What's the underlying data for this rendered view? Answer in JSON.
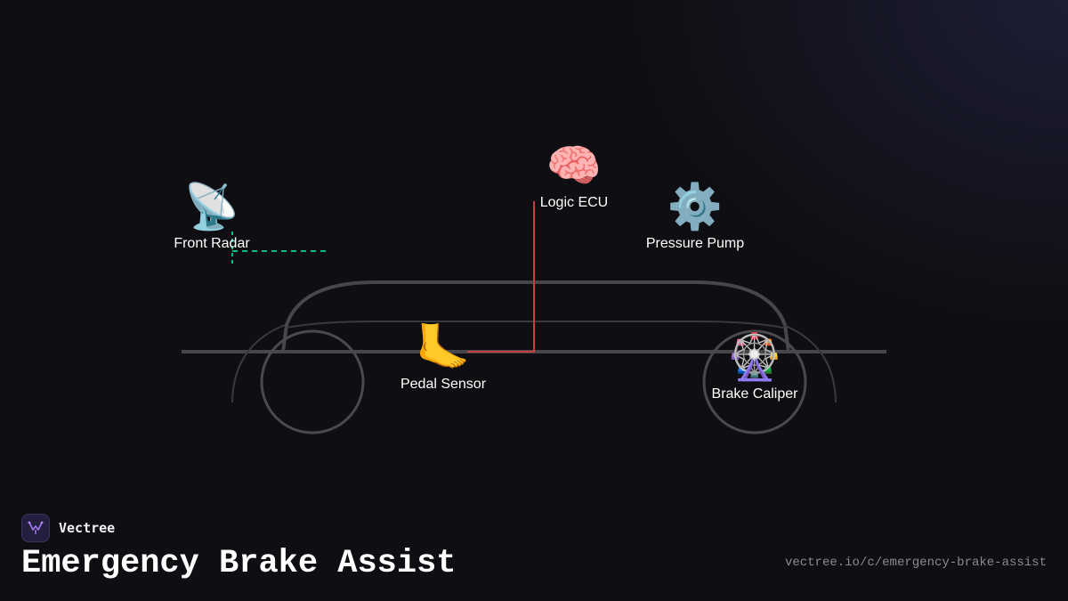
{
  "brand": {
    "name": "Vectree",
    "logo_icon": "vectree-logo-icon",
    "accent": "#8b5cf6"
  },
  "title": "Emergency Brake Assist",
  "url": "vectree.io/c/emergency-brake-assist",
  "colors": {
    "background": "#0f0f13",
    "car_outline": "#47474b",
    "radar_link": "#10b981",
    "ecu_link": "#dc4444",
    "text": "#ffffff",
    "muted": "#8a8a92"
  },
  "nodes": [
    {
      "id": "front-radar",
      "label": "Front Radar",
      "icon": "📡",
      "icon_name": "satellite-antenna-icon"
    },
    {
      "id": "logic-ecu",
      "label": "Logic ECU",
      "icon": "🧠",
      "icon_name": "brain-icon"
    },
    {
      "id": "pressure-pump",
      "label": "Pressure Pump",
      "icon": "⚙️",
      "icon_name": "gear-icon"
    },
    {
      "id": "pedal-sensor",
      "label": "Pedal Sensor",
      "icon": "🦶",
      "icon_name": "foot-icon"
    },
    {
      "id": "brake-caliper",
      "label": "Brake Caliper",
      "icon": "🎡",
      "icon_name": "ferris-wheel-icon"
    }
  ]
}
